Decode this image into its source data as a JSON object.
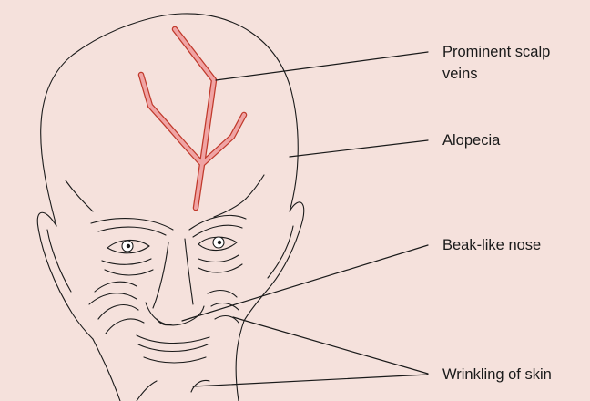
{
  "background_color": "#f5e1dc",
  "line_color": "#1a1a1a",
  "vein_fill_color": "#f0a4a4",
  "vein_outline_color": "#c0392b",
  "labels": {
    "scalp_veins_line1": "Prominent scalp",
    "scalp_veins_line2": "veins",
    "alopecia": "Alopecia",
    "nose": "Beak-like nose",
    "wrinkles": "Wrinkling of skin"
  }
}
